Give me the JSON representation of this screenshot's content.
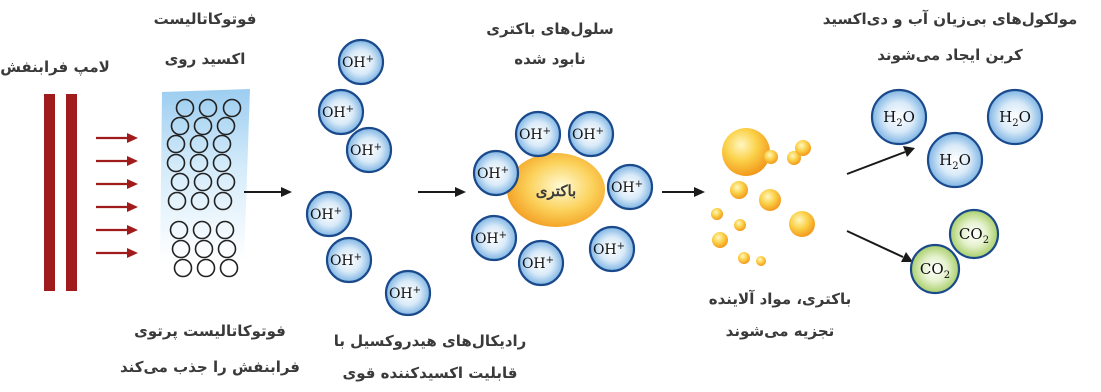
{
  "labels": {
    "uv_lamp": "لامپ فرابنفش",
    "photocatalyst_line1": "فوتوکاتالیست",
    "photocatalyst_line2": "اکسید روی",
    "bacteria_cells_line1": "سلول‌های باکتری",
    "bacteria_cells_line2": "نابود شده",
    "products_line1": "مولکول‌های بی‌زیان آب و دی‌اکسید",
    "products_line2": "کربن ایجاد می‌شوند",
    "absorb_line1": "فوتوکاتالیست پرتوی",
    "absorb_line2": "فرابنفش را جذب می‌کند",
    "radicals_line1": "رادیکال‌های هیدروکسیل با",
    "radicals_line2": "قابلیت اکسیدکننده قوی",
    "decompose_line1": "باکتری، مواد آلاینده",
    "decompose_line2": "تجزیه می‌شوند"
  },
  "molecules": {
    "hydroxyl": "OH",
    "hydroxyl_charge": "+",
    "bacteria": "باکتری",
    "water": "H",
    "water_sub": "2",
    "water_tail": "O",
    "co2": "CO",
    "co2_sub": "2"
  },
  "colors": {
    "lamp": "#a01c1c",
    "uv_arrow": "#a01c1c",
    "bubble_border": "#1a4a8c",
    "bubble_fill": "#7fb5e4",
    "bacteria_fill": "#f5a623",
    "particle": "#f7b91e",
    "co2_fill": "#a9cf6a",
    "arrow": "#1a1a1a"
  }
}
